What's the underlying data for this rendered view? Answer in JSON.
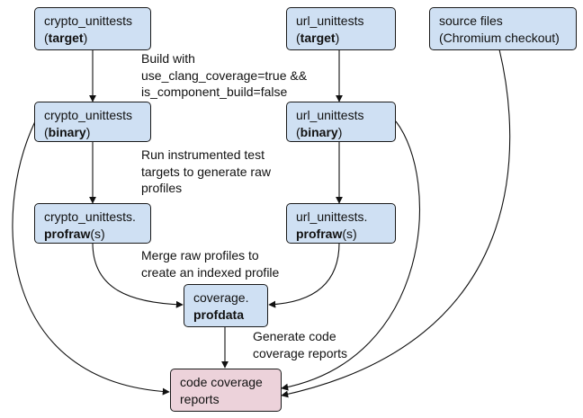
{
  "nodes": {
    "crypto_target": {
      "line1": "crypto_unittests",
      "pre": "(",
      "bold": "target",
      "post": ")"
    },
    "url_target": {
      "line1": "url_unittests",
      "pre": "(",
      "bold": "target",
      "post": ")"
    },
    "source_files": {
      "line1": "source files",
      "line2": "(Chromium checkout)"
    },
    "crypto_binary": {
      "line1": "crypto_unittests",
      "pre": "(",
      "bold": "binary",
      "post": ")"
    },
    "url_binary": {
      "line1": "url_unittests",
      "pre": "(",
      "bold": "binary",
      "post": ")"
    },
    "crypto_profraw": {
      "line1": "crypto_unittests.",
      "bold": "profraw",
      "post": "(s)"
    },
    "url_profraw": {
      "line1": "url_unittests.",
      "bold": "profraw",
      "post": "(s)"
    },
    "profdata": {
      "line1": "coverage.",
      "bold": "profdata"
    },
    "report": {
      "line1": "code coverage",
      "line2": "reports"
    }
  },
  "notes": {
    "build": [
      "Build with",
      "use_clang_coverage=true &&",
      "is_component_build=false"
    ],
    "run": [
      "Run instrumented test",
      "targets to generate raw",
      "profiles"
    ],
    "merge": [
      "Merge raw profiles to",
      "create an indexed profile"
    ],
    "generate": [
      "Generate code",
      "coverage reports"
    ]
  },
  "colors": {
    "node_fill": "#cfe0f3",
    "report_fill": "#ecd2da",
    "stroke": "#1a1a1a"
  }
}
